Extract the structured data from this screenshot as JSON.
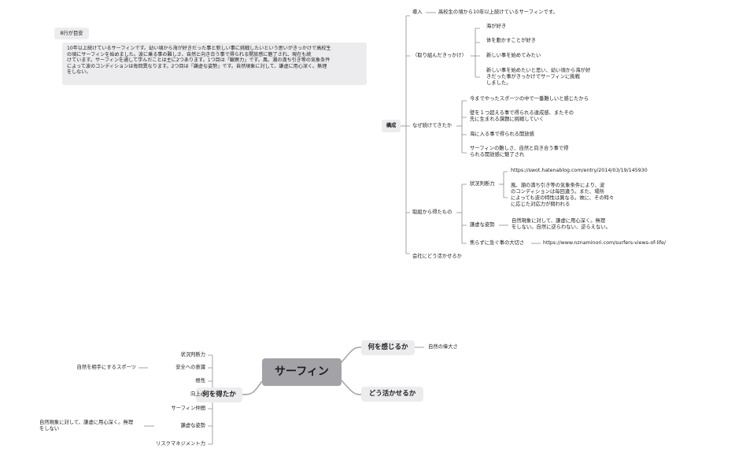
{
  "note": {
    "title": "8行が目安",
    "body": "10年以上続けているサーフィンです。幼い頃から海が好きだった事と新しい事に挑戦したいという思いがきっかけで高校生\nの頃にサーフィンを始めました。波に乗る事の難しさ、自然と向き合う事で得られる開放感に魅了され、現在も続\nけています。サーフィンを通して学んだことは主に2つあります。1つ目は「観察力」です。風、潮の満ち引き等の気象条件\nによって波のコンディションは毎回異なります。2つ目は「謙虚な姿勢」です。自然現象に対して、謙虚に用心深く。無理\nをしない。"
  },
  "structure_map": {
    "root": "構成",
    "intro": "導入",
    "intro_detail": "高校生の頃から10年以上続けているサーフィンです。",
    "trigger": "（取り組んだきっかけ）",
    "trigger_items": [
      "海が好き",
      "体を動かすことが好き",
      "新しい事を始めてみたい",
      "新しい事を始めたいと思い、幼い頃から海が好\nきだった事がきっかけでサーフィンに挑戦\nしました。"
    ],
    "why_continue": "なぜ続けてきたか",
    "why_items": [
      "今までやったスポーツの中で一番難しいと感じたから",
      "壁を１つ超える事で得られる達成感、またその\n先に生まれる課題に挑戦していく",
      "海に入る事で得られる開放感",
      "サーフィンの難しさ、自然と向き合う事で得\nられる開放感に魅了され"
    ],
    "gains": "取組から得たもの",
    "judgment": "状況判断力",
    "judgment_url": "https://swot.hatenablog.com/entry/2014/03/19/145930",
    "judgment_text": "風、潮の満ち引き等の気象条件により、波\nのコンディションは毎回違う。また、場所\nによっても波の特性は異なる。故に、その時々\nに応じた対応力が問われる",
    "humble": "謙虚な姿勢",
    "humble_text": "自然現象に対して、謙虚に用心深く。無理\nをしない。自然に逆らわない、逆らえない。",
    "patience": "焦らずに急ぐ事の大切さ",
    "patience_url": "https://www.nznaminori.com/surfers-views-of-life/",
    "company": "会社にどう活かせるか"
  },
  "main_map": {
    "center": "サーフィン",
    "feel": "何を感じるか",
    "feel_item": "自然の偉大さ",
    "use": "どう活かせるか",
    "gained": "何を得たか",
    "gained_items": [
      "状況判断力",
      "安全への意識",
      "根性",
      "向上心",
      "サーフィン仲間",
      "謙虚な姿勢",
      "リスクマネジメント力"
    ],
    "safety_sub": "自然を相手にするスポーツ",
    "humble_sub": "自然現象に対して、謙虚に用心深く。無理\nをしない"
  }
}
